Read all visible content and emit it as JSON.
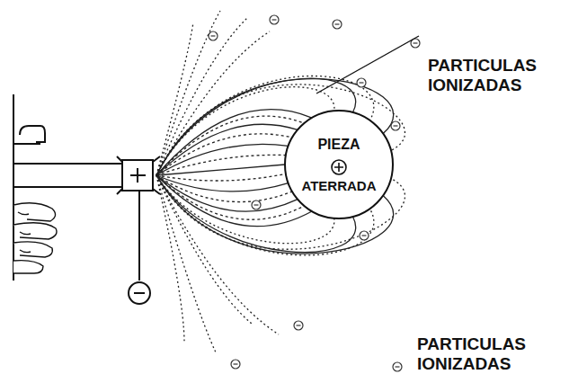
{
  "diagram": {
    "nodes": [
      {
        "text": [
          "PIEZA",
          "ATERRADA"
        ]
      }
    ],
    "labels": [
      "PARTICULAS IONIZADAS",
      "PARTICULAS IONIZADAS"
    ]
  }
}
